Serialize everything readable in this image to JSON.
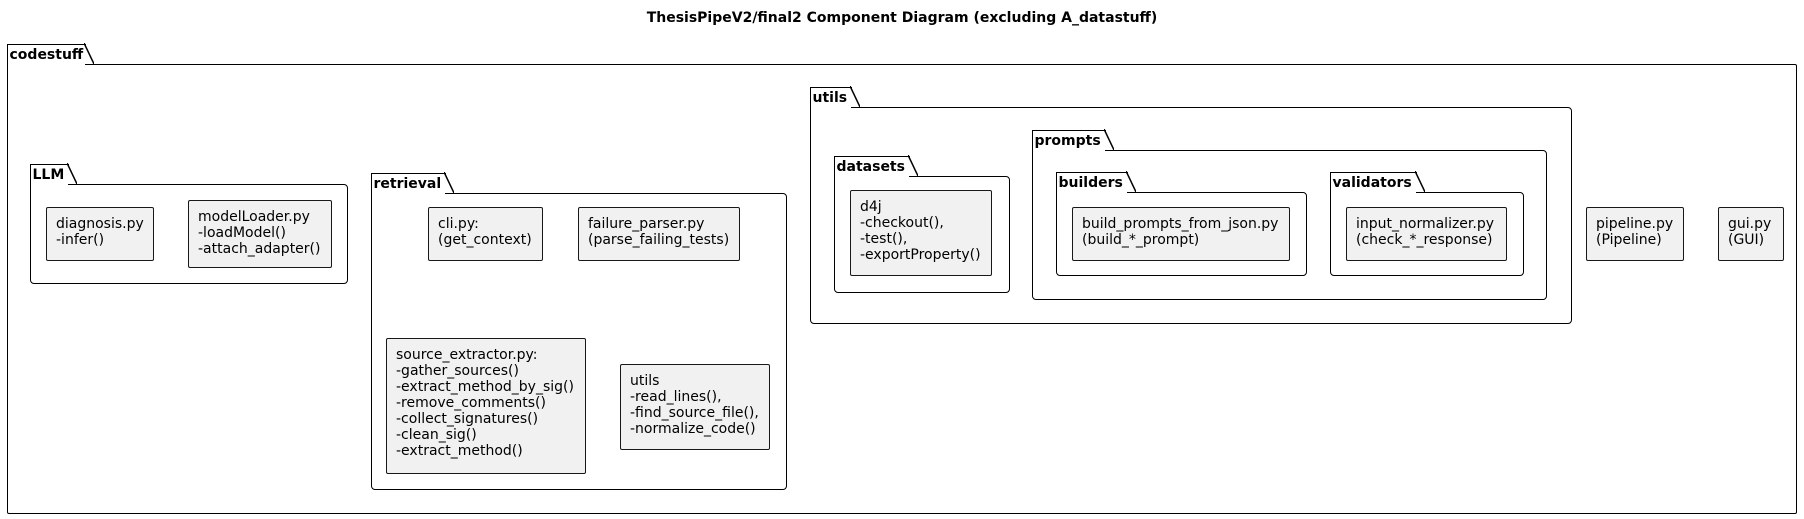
{
  "diagram": {
    "title": "ThesisPipeV2/final2 Component Diagram (excluding A_datastuff)",
    "packages": {
      "codestuff": "codestuff",
      "llm": "LLM",
      "retrieval": "retrieval",
      "utils": "utils",
      "datasets": "datasets",
      "prompts": "prompts",
      "builders": "builders",
      "validators": "validators"
    },
    "components": {
      "diagnosis": "diagnosis.py\n-infer()",
      "model_loader": "modelLoader.py\n-loadModel()\n-attach_adapter()",
      "cli": "cli.py:\n(get_context)",
      "failure_parser": "failure_parser.py\n(parse_failing_tests)",
      "source_extractor": "source_extractor.py:\n-gather_sources()\n-extract_method_by_sig()\n-remove_comments()\n-collect_signatures()\n-clean_sig()\n-extract_method()",
      "retrieval_utils": "utils\n-read_lines(),\n-find_source_file(),\n-normalize_code()",
      "d4j": "d4j\n-checkout(),\n-test(),\n-exportProperty()",
      "build_prompts": "build_prompts_from_json.py\n(build_*_prompt)",
      "input_normalizer": "input_normalizer.py\n(check_*_response)",
      "pipeline": "pipeline.py\n(Pipeline)",
      "gui": "gui.py\n(GUI)"
    }
  }
}
